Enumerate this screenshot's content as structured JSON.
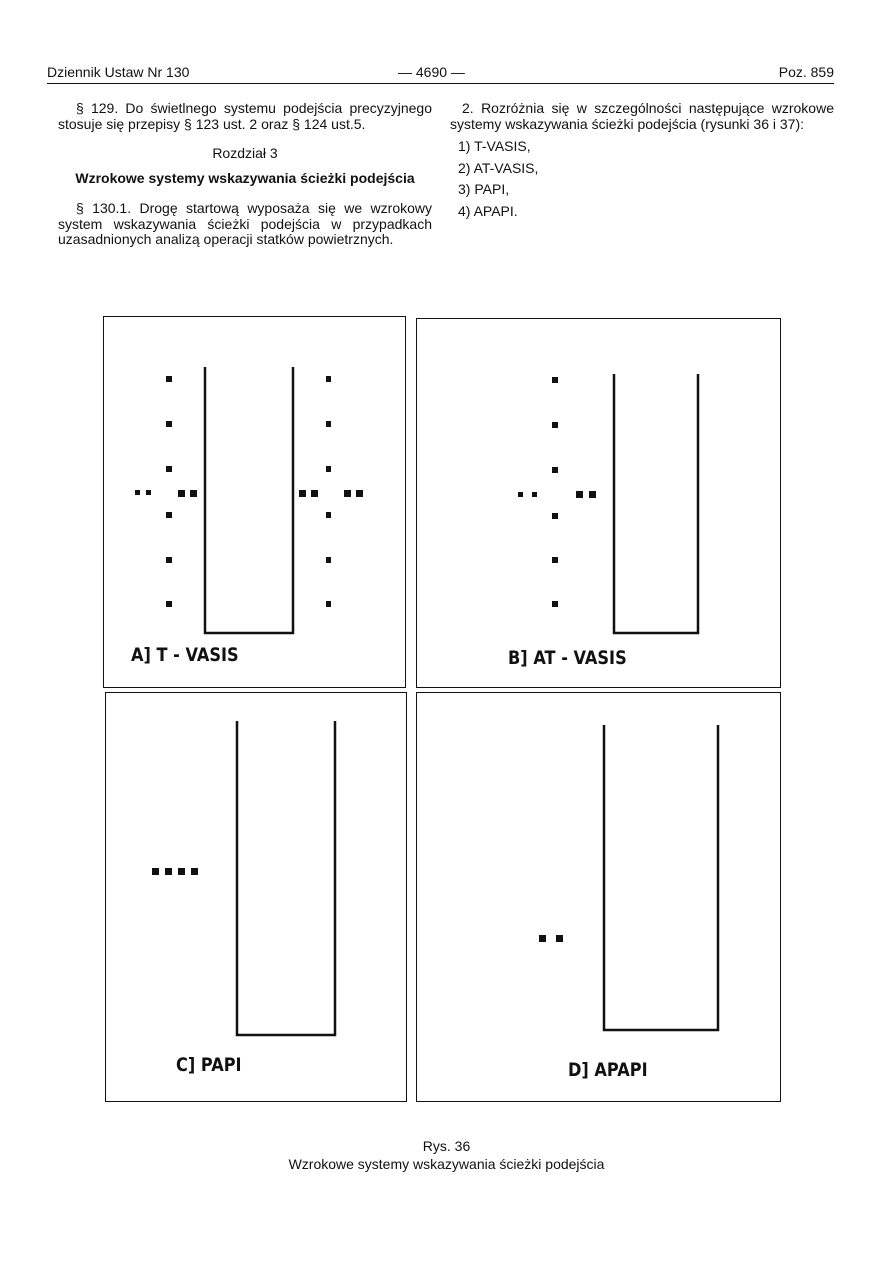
{
  "header": {
    "left": "Dziennik Ustaw Nr 130",
    "center": "— 4690 —",
    "right": "Poz. 859"
  },
  "left_column": {
    "para_129": "§ 129. Do świetlnego systemu podejścia precyzyjnego stosuje się przepisy § 123 ust. 2 oraz § 124 ust.5.",
    "chapter": "Rozdział 3",
    "chapter_title": "Wzrokowe systemy wskazywania ścieżki podejścia",
    "para_130": "§ 130.1. Drogę startową wyposaża się we wzrokowy system wskazywania ścieżki podejścia w przypadkach uzasadnionych analizą operacji statków powietrznych."
  },
  "right_column": {
    "intro": "2. Rozróżnia się w szczególności następujące wzrokowe systemy wskazywania ścieżki podejścia (rysunki 36 i 37):",
    "items": [
      "1) T-VASIS,",
      "2) AT-VASIS,",
      "3) PAPI,",
      "4) APAPI."
    ]
  },
  "figure": {
    "panels": [
      {
        "id": "a",
        "label": "A]   T - VASIS"
      },
      {
        "id": "b",
        "label": "B] AT - VASIS"
      },
      {
        "id": "c",
        "label": "C]   PAPI"
      },
      {
        "id": "d",
        "label": "D]   APAPI"
      }
    ],
    "caption_line1": "Rys. 36",
    "caption_line2": "Wzrokowe systemy wskazywania ścieżki podejścia"
  }
}
